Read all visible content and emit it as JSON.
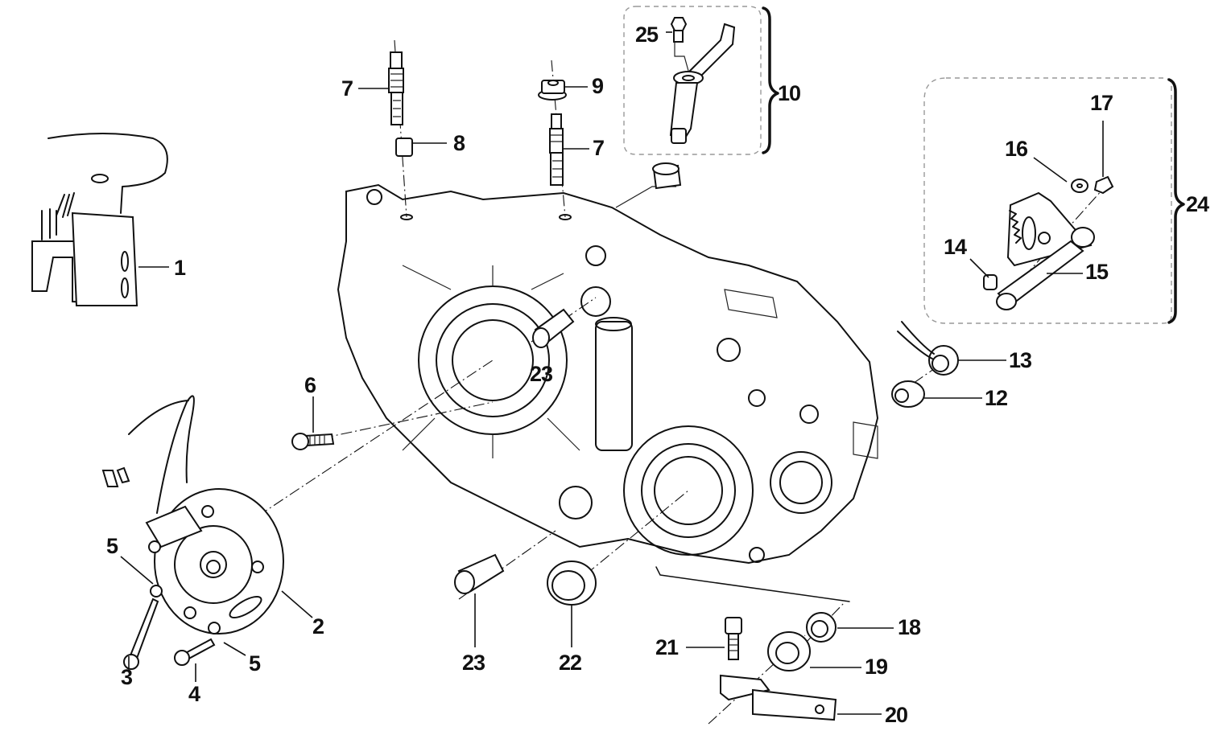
{
  "diagram": {
    "type": "exploded-parts-diagram",
    "subject": "engine crankcase with ignition components",
    "callouts": [
      {
        "id": "1",
        "part": "ignition-coil"
      },
      {
        "id": "2",
        "part": "stator"
      },
      {
        "id": "3",
        "part": "screw"
      },
      {
        "id": "4",
        "part": "screw"
      },
      {
        "id": "5a",
        "label": "5",
        "part": "washer"
      },
      {
        "id": "5b",
        "label": "5",
        "part": "washer"
      },
      {
        "id": "6",
        "part": "bolt"
      },
      {
        "id": "7a",
        "label": "7",
        "part": "stud"
      },
      {
        "id": "7b",
        "label": "7",
        "part": "stud"
      },
      {
        "id": "8",
        "part": "dowel-sleeve"
      },
      {
        "id": "9",
        "part": "flange-nut"
      },
      {
        "id": "10",
        "part": "shift-assembly"
      },
      {
        "id": "12",
        "part": "seal"
      },
      {
        "id": "13",
        "part": "spring"
      },
      {
        "id": "14",
        "part": "pin"
      },
      {
        "id": "15",
        "part": "shaft"
      },
      {
        "id": "16",
        "part": "washer"
      },
      {
        "id": "17",
        "part": "nut"
      },
      {
        "id": "18",
        "part": "seal"
      },
      {
        "id": "19",
        "part": "bearing"
      },
      {
        "id": "20",
        "part": "lever"
      },
      {
        "id": "21",
        "part": "bolt"
      },
      {
        "id": "22",
        "part": "oil-seal"
      },
      {
        "id": "23a",
        "label": "23",
        "part": "fitting"
      },
      {
        "id": "23b",
        "label": "23",
        "part": "fitting"
      },
      {
        "id": "24",
        "part": "kickstart-assembly"
      },
      {
        "id": "25",
        "part": "screw"
      }
    ]
  },
  "labels": {
    "l1": "1",
    "l2": "2",
    "l3": "3",
    "l4": "4",
    "l5a": "5",
    "l5b": "5",
    "l6": "6",
    "l7a": "7",
    "l7b": "7",
    "l8": "8",
    "l9": "9",
    "l10": "10",
    "l12": "12",
    "l13": "13",
    "l14": "14",
    "l15": "15",
    "l16": "16",
    "l17": "17",
    "l18": "18",
    "l19": "19",
    "l20": "20",
    "l21": "21",
    "l22": "22",
    "l23a": "23",
    "l23b": "23",
    "l24": "24",
    "l25": "25"
  }
}
